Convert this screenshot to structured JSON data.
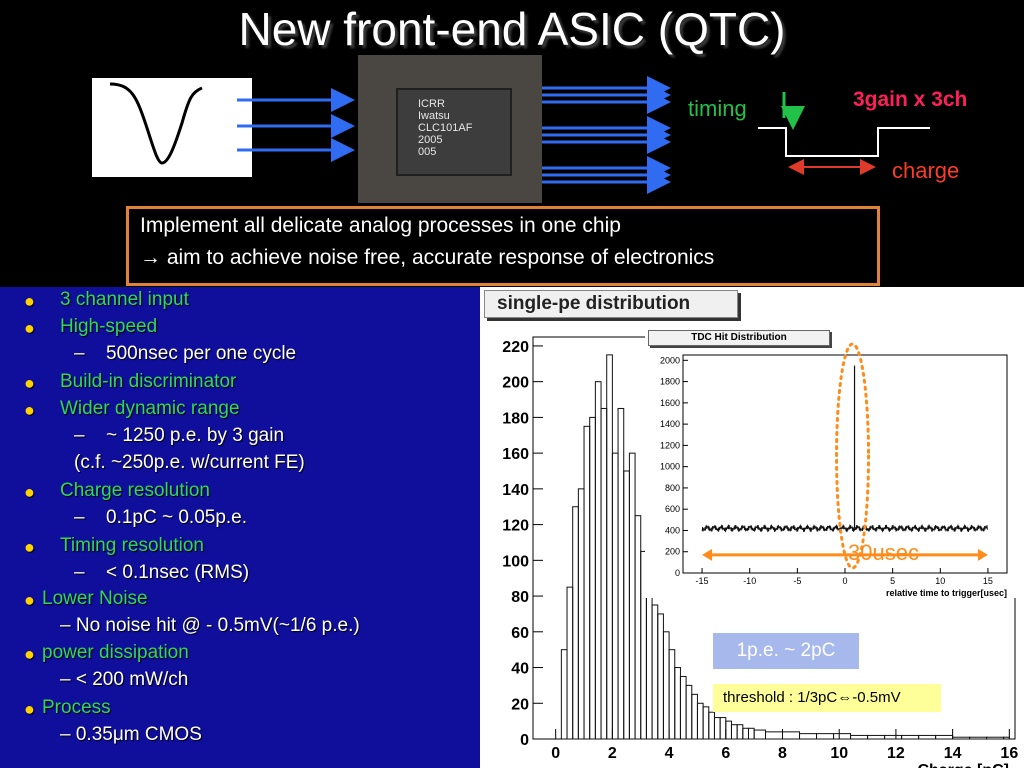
{
  "slide": {
    "title": "New front-end ASIC (QTC)"
  },
  "diagram": {
    "chip_text": [
      "ICRR",
      "Iwatsu",
      "CLC101AF",
      "2005",
      "005"
    ],
    "timing_label": "timing",
    "gain_label": "3gain x 3ch",
    "charge_label": "charge"
  },
  "callout": {
    "line1": "Implement all delicate analog processes in one chip",
    "line2": "→ aim to achieve noise free, accurate response of electronics"
  },
  "bullets": [
    {
      "text": "3 channel input",
      "level": 1
    },
    {
      "text": "High-speed",
      "level": 1
    },
    {
      "text": "500nsec per one cycle",
      "level": 2
    },
    {
      "text": "Build-in discriminator",
      "level": 1
    },
    {
      "text": "Wider dynamic range",
      "level": 1
    },
    {
      "text": "~ 1250 p.e. by 3 gain",
      "level": 2
    },
    {
      "text": "(c.f. ~250p.e. w/current FE)",
      "level": 3
    },
    {
      "text": "Charge resolution",
      "level": 1
    },
    {
      "text": "0.1pC ~ 0.05p.e.",
      "level": 2
    },
    {
      "text": "Timing resolution",
      "level": 1
    },
    {
      "text": "< 0.1nsec (RMS)",
      "level": 2
    },
    {
      "text": "Lower Noise",
      "level": 1
    },
    {
      "text": "– No noise hit @ - 0.5mV(~1/6 p.e.)",
      "level": 4
    },
    {
      "text": "power dissipation",
      "level": 1
    },
    {
      "text": "– < 200 mW/ch",
      "level": 4
    },
    {
      "text": "Process",
      "level": 1
    },
    {
      "text": "– 0.35μm CMOS",
      "level": 4
    }
  ],
  "annotations": {
    "usec": "30usec",
    "pe": "1p.e. ~ 2pC",
    "threshold": "threshold : 1/3pC⇔-0.5mV"
  },
  "colors": {
    "bullet_green": "#33d65a",
    "panel_blue": "#0f0f9c",
    "callout_border": "#e2813a",
    "gain_label": "#ff1f5a",
    "orange_annotation": "#ff8c1a"
  },
  "chart_data": [
    {
      "type": "histogram",
      "title": "single-pe distribution",
      "xlabel": "Charge [pC]",
      "ylabel": "",
      "xlim": [
        -0.8,
        16.2
      ],
      "ylim": [
        0,
        225
      ],
      "x_ticks": [
        0,
        2,
        4,
        6,
        8,
        10,
        12,
        14,
        16
      ],
      "y_ticks": [
        0,
        20,
        40,
        60,
        80,
        100,
        120,
        140,
        160,
        180,
        200,
        220
      ],
      "bin_width": 0.2,
      "x": [
        -0.6,
        -0.4,
        -0.2,
        0.0,
        0.2,
        0.4,
        0.6,
        0.8,
        1.0,
        1.2,
        1.4,
        1.6,
        1.8,
        2.0,
        2.2,
        2.4,
        2.6,
        2.8,
        3.0,
        3.2,
        3.4,
        3.6,
        3.8,
        4.0,
        4.2,
        4.4,
        4.6,
        4.8,
        5.0,
        5.2,
        5.4,
        5.6,
        5.8,
        6.0,
        6.2,
        6.4,
        6.6,
        6.8,
        7.0,
        7.4,
        8.0,
        8.6,
        9.2,
        9.8,
        10.4,
        11.0,
        11.6,
        12.2,
        12.8,
        13.4,
        14.0,
        14.6,
        15.2,
        15.8
      ],
      "values": [
        0,
        0,
        0,
        0,
        50,
        85,
        130,
        140,
        175,
        180,
        200,
        185,
        215,
        160,
        185,
        150,
        160,
        125,
        105,
        95,
        75,
        70,
        60,
        50,
        40,
        35,
        30,
        25,
        20,
        18,
        15,
        12,
        12,
        10,
        8,
        8,
        6,
        6,
        5,
        4,
        4,
        3,
        3,
        3,
        2,
        2,
        2,
        2,
        2,
        2,
        1,
        1,
        1,
        1
      ]
    },
    {
      "type": "histogram",
      "title": "TDC Hit Distribution",
      "xlabel": "relative time to trigger[usec]",
      "ylabel": "",
      "xlim": [
        -17,
        17
      ],
      "ylim": [
        0,
        2050
      ],
      "x_ticks": [
        -15,
        -10,
        -5,
        0,
        5,
        10,
        15
      ],
      "y_ticks": [
        0,
        200,
        400,
        600,
        800,
        1000,
        1200,
        1400,
        1600,
        1800,
        2000
      ],
      "baseline": 420,
      "baseline_range": [
        -15,
        15
      ],
      "peak": {
        "x": 1.0,
        "value": 1950
      }
    }
  ]
}
